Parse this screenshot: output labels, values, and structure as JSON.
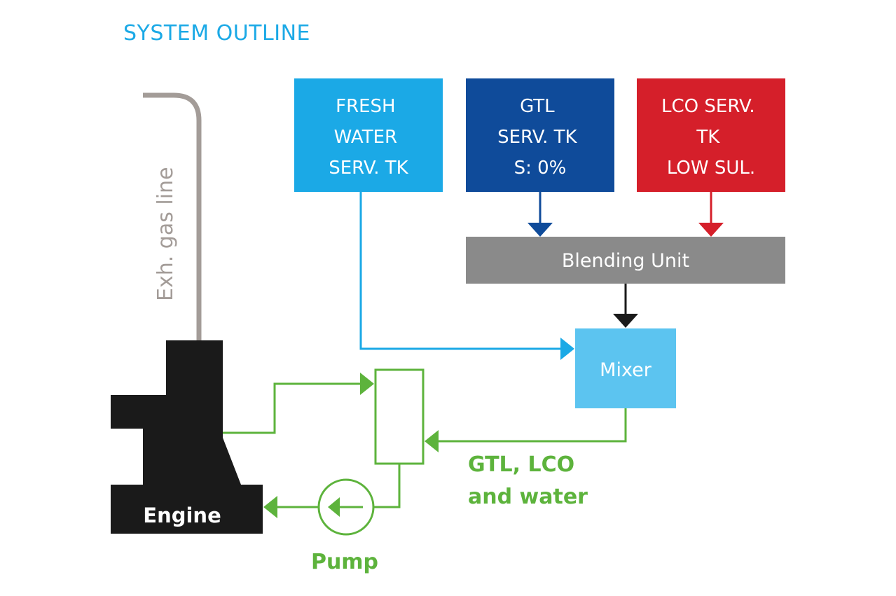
{
  "title": "SYSTEM OUTLINE",
  "colors": {
    "title": "#1ba9e6",
    "fresh_water": "#1ba9e6",
    "gtl": "#0f4b9a",
    "lco": "#d51f2a",
    "blending": "#8a8a8a",
    "mixer": "#5cc4f0",
    "green": "#5db33c",
    "engine": "#1a1a1a",
    "exhaust": "#a39c98",
    "black_arrow": "#1a1a1a"
  },
  "tanks": {
    "fresh_water": {
      "lines": [
        "FRESH",
        "WATER",
        "SERV. TK"
      ]
    },
    "gtl": {
      "lines": [
        "GTL",
        "SERV. TK",
        "S: 0%"
      ]
    },
    "lco": {
      "lines": [
        "LCO SERV.",
        "TK",
        "LOW SUL."
      ]
    }
  },
  "blending_unit": {
    "label": "Blending Unit"
  },
  "mixer": {
    "label": "Mixer"
  },
  "engine": {
    "label": "Engine"
  },
  "exhaust": {
    "label": "Exh. gas line"
  },
  "flow_label": {
    "lines": [
      "GTL, LCO",
      "and water"
    ]
  },
  "pump": {
    "label": "Pump",
    "icon": "pump-arrow-icon"
  }
}
